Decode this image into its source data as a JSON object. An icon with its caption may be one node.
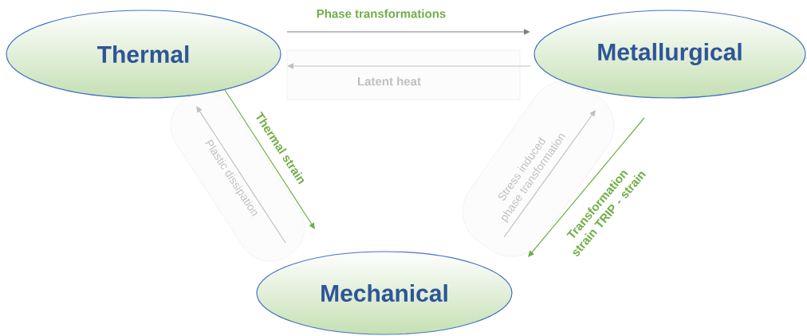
{
  "diagram": {
    "nodes": [
      {
        "text": [
          "Thermal"
        ]
      },
      {
        "text": [
          "Metallurgical"
        ]
      },
      {
        "text": [
          "Mechanical"
        ]
      }
    ],
    "edges": [
      {
        "from": 0,
        "to": 1,
        "arrow": "to",
        "label": "Phase transformations",
        "color": "#7f7f7f"
      },
      {
        "from": 1,
        "to": 0,
        "arrow": "to",
        "label": "Latent heat",
        "color": "#bfbfbf"
      },
      {
        "from": 0,
        "to": 2,
        "arrow": "to",
        "label": "Thermal strain",
        "color": "#70ad47"
      },
      {
        "from": 2,
        "to": 0,
        "arrow": "to",
        "label": "Plastic dissipation",
        "color": "#bfbfbf"
      },
      {
        "from": 2,
        "to": 1,
        "arrow": "to",
        "label": "Stress induced phase transformation",
        "color": "#bfbfbf"
      },
      {
        "from": 1,
        "to": 2,
        "arrow": "to",
        "label": "Transformation strain TRIP - strain",
        "color": "#70ad47"
      }
    ]
  }
}
